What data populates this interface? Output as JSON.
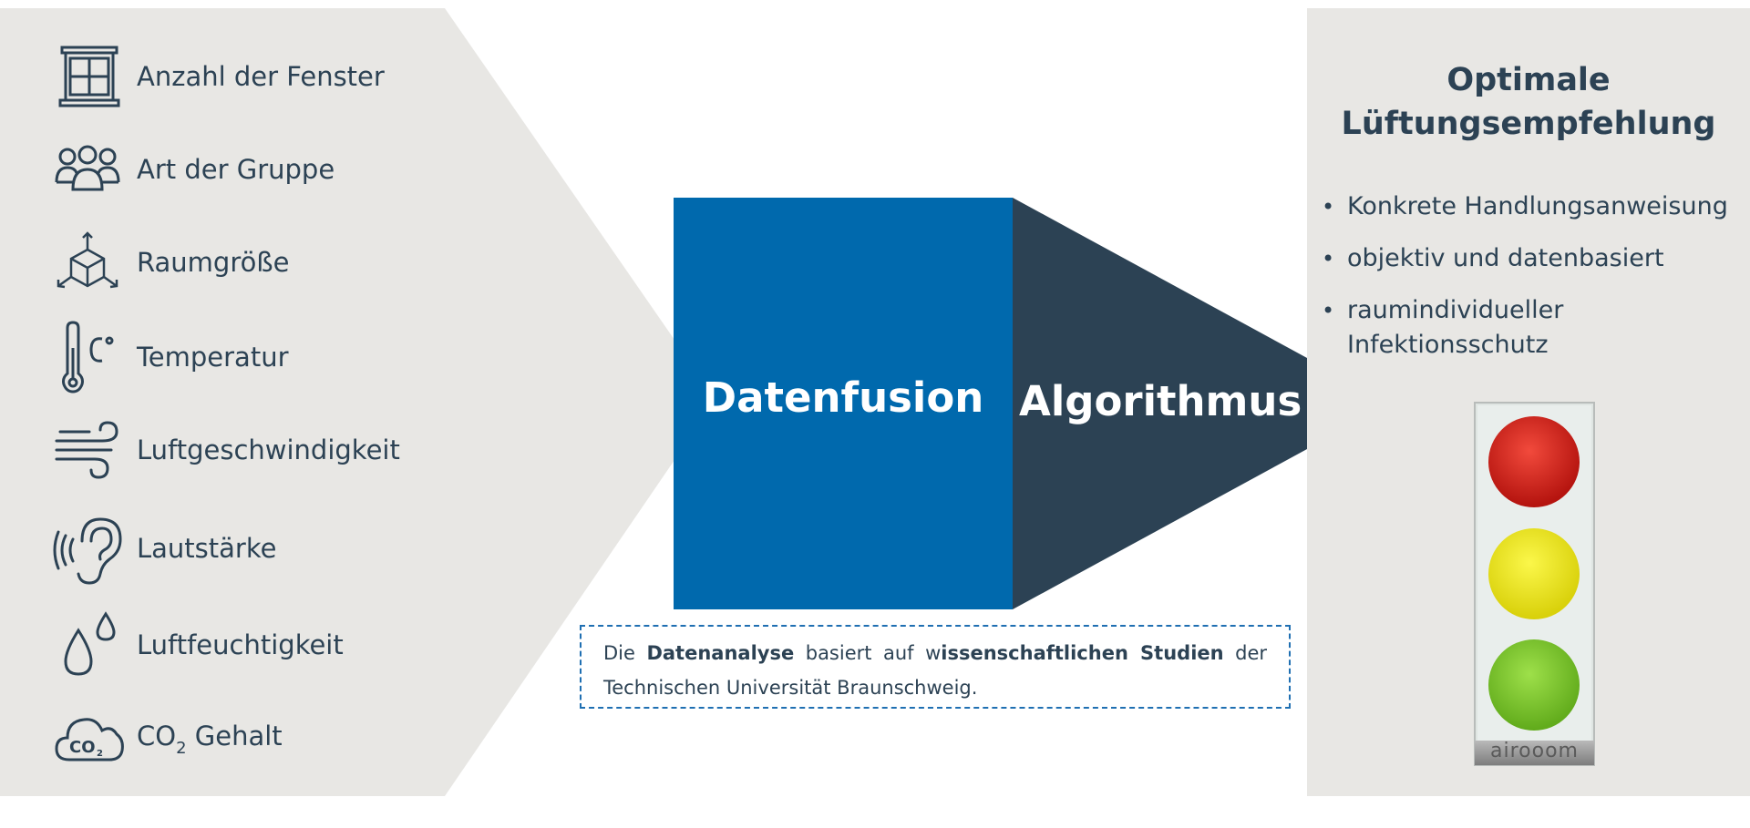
{
  "inputs": [
    {
      "icon": "window-icon",
      "label": "Anzahl der Fenster"
    },
    {
      "icon": "group-icon",
      "label": "Art der Gruppe"
    },
    {
      "icon": "cube-icon",
      "label": "Raumgröße"
    },
    {
      "icon": "thermometer-icon",
      "label": "Temperatur"
    },
    {
      "icon": "wind-icon",
      "label": "Luftgeschwindigkeit"
    },
    {
      "icon": "ear-icon",
      "label": "Lautstärke"
    },
    {
      "icon": "droplets-icon",
      "label": "Luftfeuchtigkeit"
    },
    {
      "icon": "co2-cloud-icon",
      "label": "Gehalt",
      "prefix": "CO",
      "subscript": "2"
    }
  ],
  "process": {
    "fusion_label": "Datenfusion",
    "algorithm_label": "Algorithmus"
  },
  "note": {
    "t1": "Die ",
    "b1": "Datenanalyse",
    "t2": " basiert auf w",
    "b2": "issenschaftlichen Studien",
    "t3": " der Technischen Universität Braunschweig."
  },
  "result": {
    "title_line1": "Optimale",
    "title_line2": "Lüftungsempfehlung",
    "bullets": [
      "Konkrete Handlungsanweisung",
      "objektiv und datenbasiert",
      "raumindividueller Infektionsschutz"
    ],
    "traffic_light_brand": "airooom",
    "traffic_light_colors": [
      "#d2231e",
      "#f0e91e",
      "#7cc62d"
    ]
  },
  "colors": {
    "panel_bg": "#e8e7e4",
    "fusion_blue": "#0069ad",
    "algo_dark": "#2c4254",
    "text_dark": "#2c4254"
  }
}
